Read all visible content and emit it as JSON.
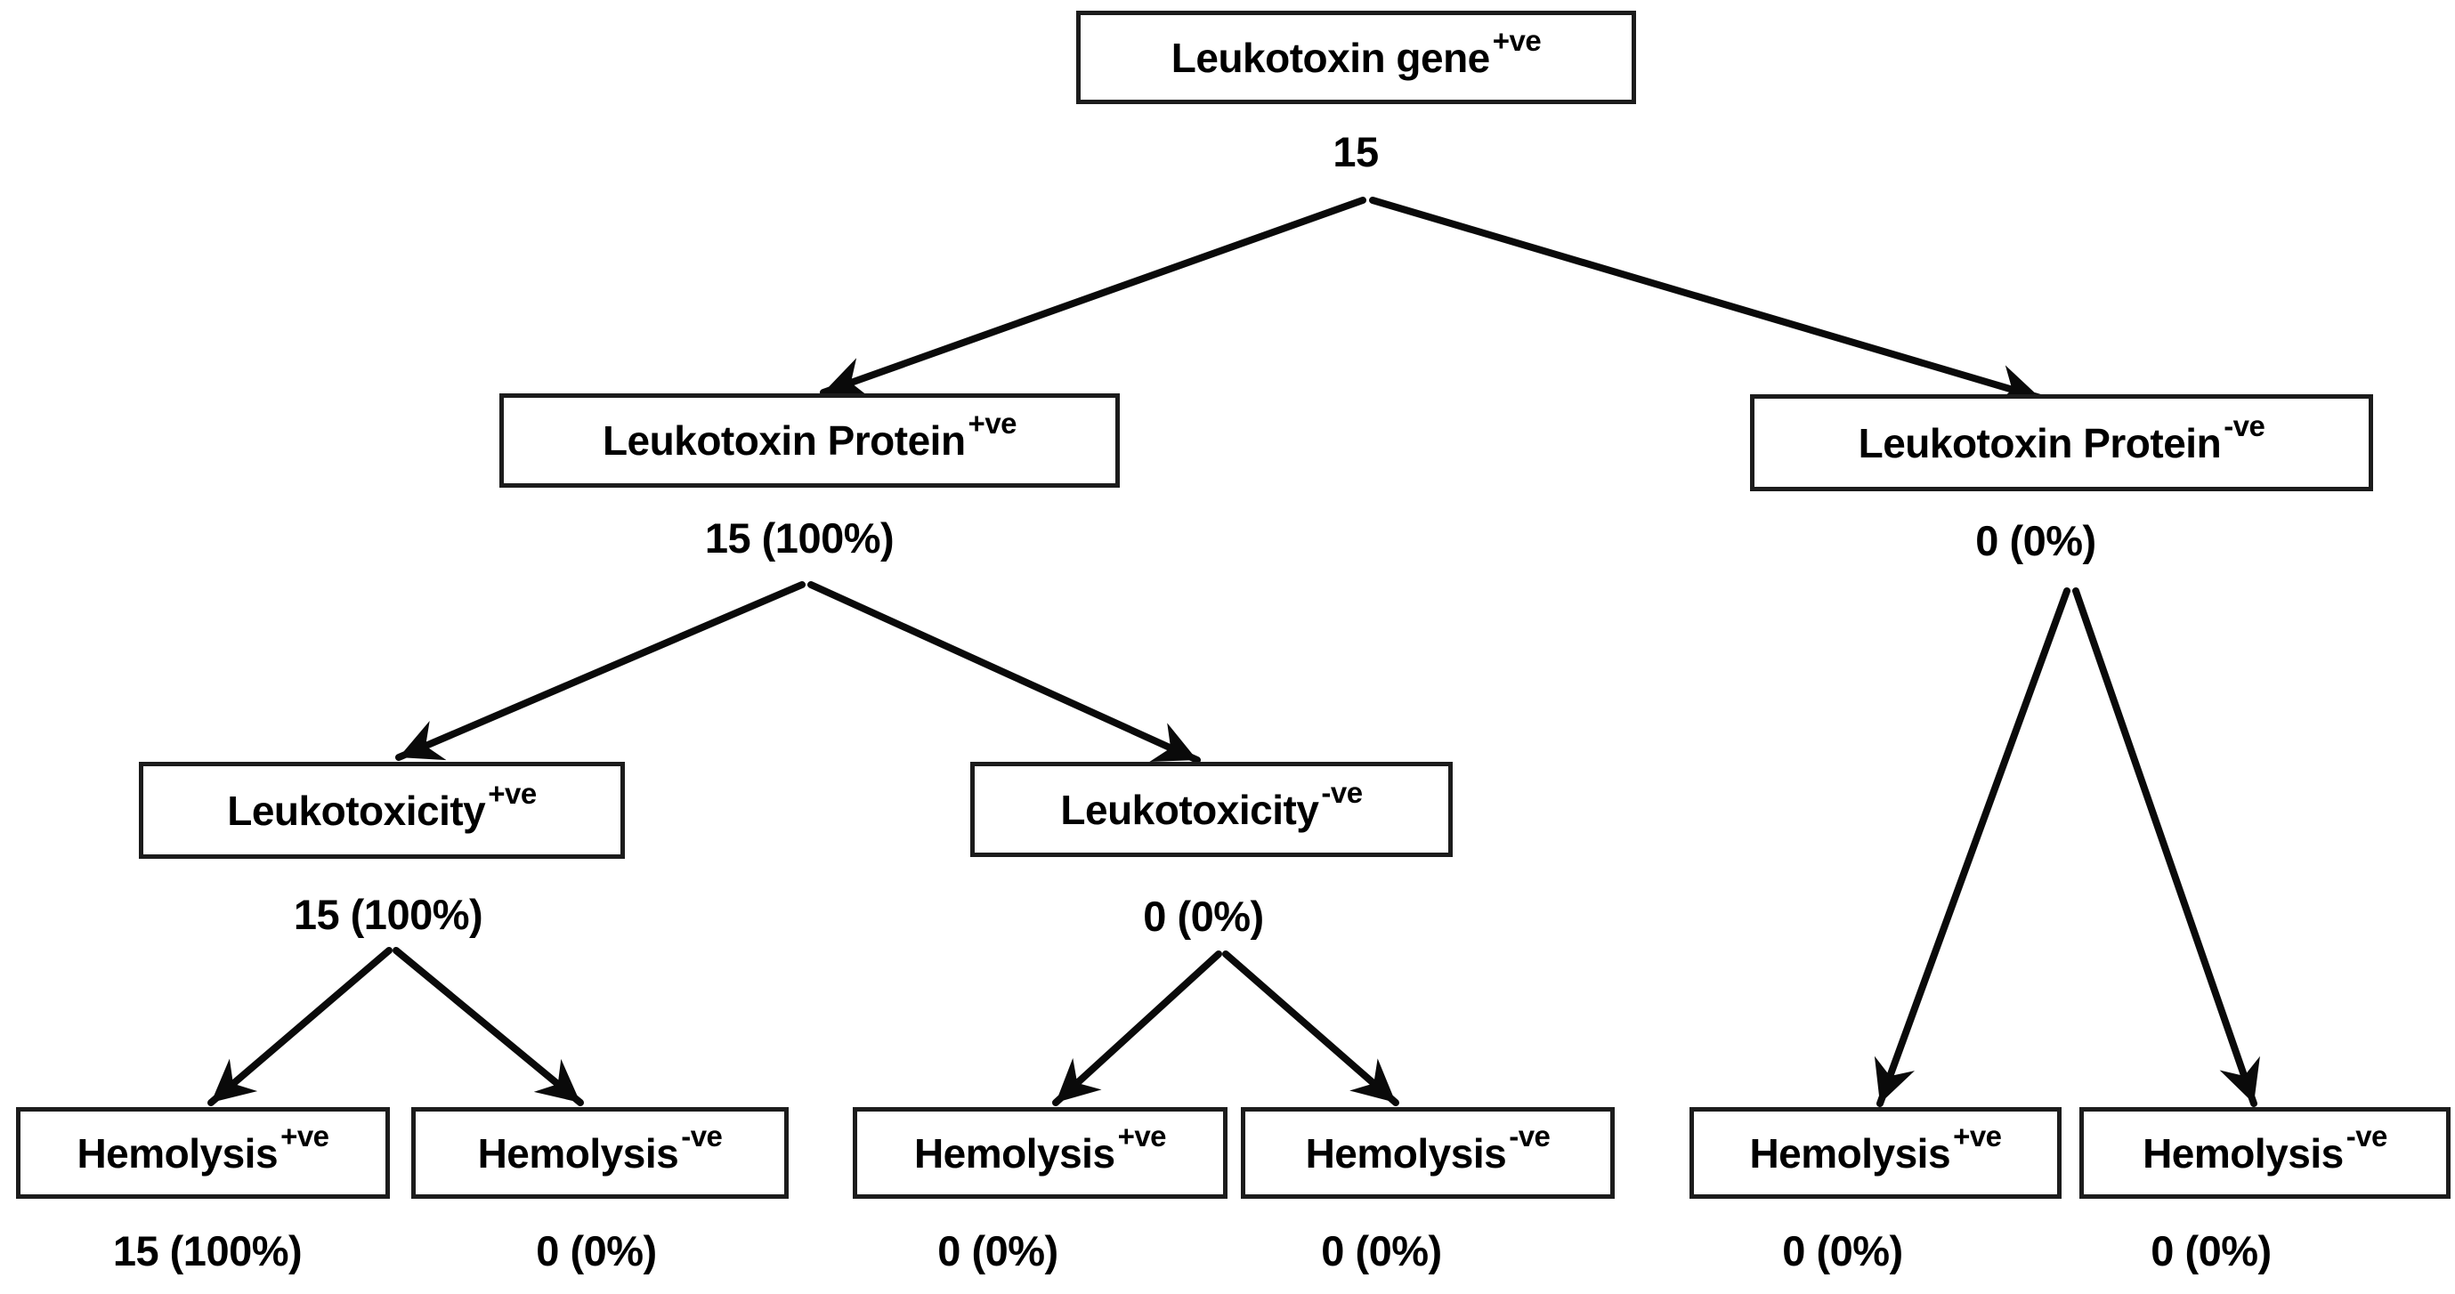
{
  "diagram": {
    "background_color": "#ffffff",
    "box_border_color": "#1c1c1c",
    "text_color": "#000000",
    "arrow_color": "#0a0a0a",
    "nodes": {
      "root": {
        "label": "Leukotoxin gene",
        "sup": "+ve",
        "value": "15"
      },
      "protein_pos": {
        "label": "Leukotoxin Protein",
        "sup": "+ve",
        "value": "15 (100%)"
      },
      "protein_neg": {
        "label": "Leukotoxin Protein",
        "sup": "-ve",
        "value": "0 (0%)"
      },
      "toxicity_pos": {
        "label": "Leukotoxicity",
        "sup": "+ve",
        "value": "15 (100%)"
      },
      "toxicity_neg": {
        "label": "Leukotoxicity",
        "sup": "-ve",
        "value": "0 (0%)"
      },
      "hemo_a": {
        "label": "Hemolysis",
        "sup": "+ve",
        "value": "15 (100%)"
      },
      "hemo_b": {
        "label": "Hemolysis",
        "sup": "-ve",
        "value": "0 (0%)"
      },
      "hemo_c": {
        "label": "Hemolysis",
        "sup": "+ve",
        "value": "0 (0%)"
      },
      "hemo_d": {
        "label": "Hemolysis",
        "sup": "-ve",
        "value": "0 (0%)"
      },
      "hemo_e": {
        "label": "Hemolysis",
        "sup": "+ve",
        "value": "0 (0%)"
      },
      "hemo_f": {
        "label": "Hemolysis",
        "sup": "-ve",
        "value": "0 (0%)"
      }
    }
  }
}
